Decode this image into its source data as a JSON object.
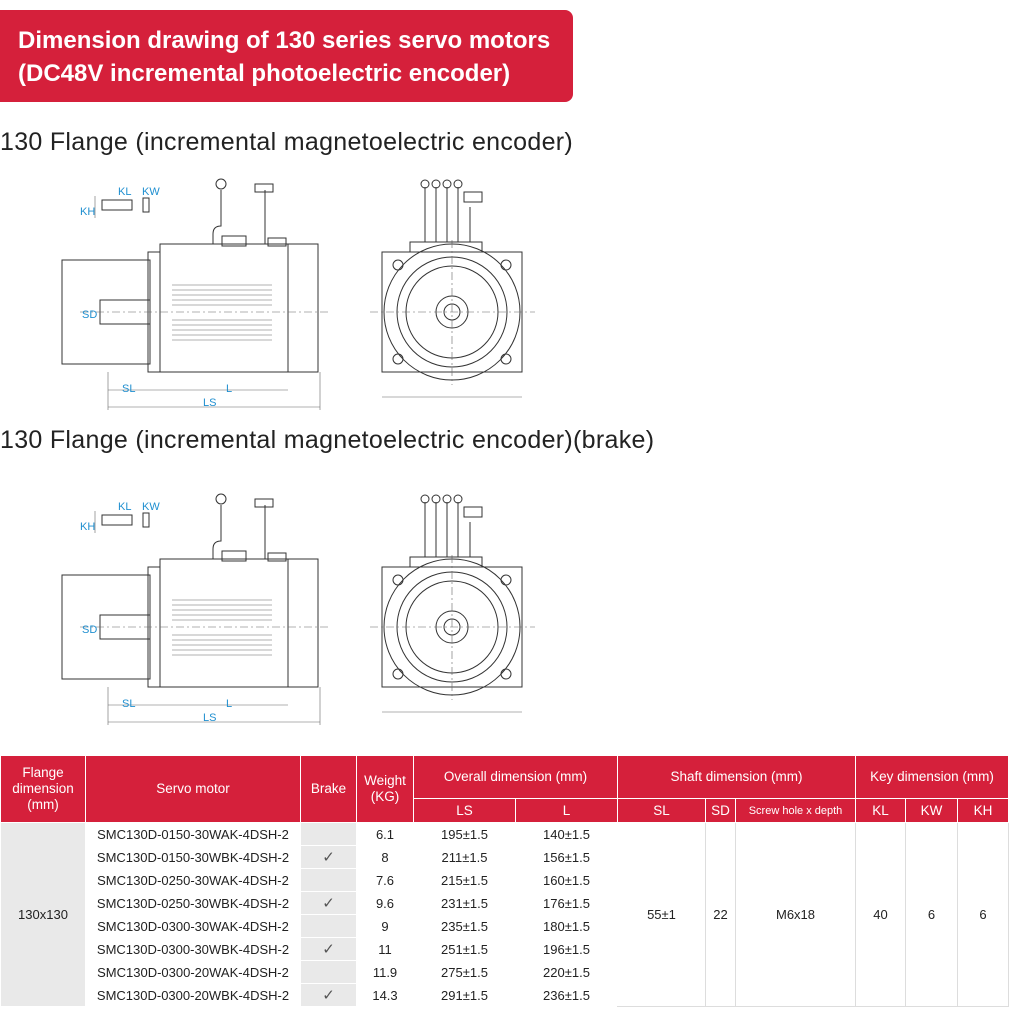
{
  "banner": {
    "line1": "Dimension drawing of 130 series servo motors",
    "line2": "(DC48V incremental photoelectric encoder)"
  },
  "section1": {
    "title": "130 Flange (incremental magnetoelectric encoder)"
  },
  "section2": {
    "title": "130 Flange (incremental magnetoelectric encoder)(brake)"
  },
  "drawing_labels": {
    "kl": "KL",
    "kw": "KW",
    "kh": "KH",
    "sd": "SD",
    "sl": "SL",
    "l": "L",
    "ls": "LS"
  },
  "accent_color": "#d5203b",
  "table": {
    "headers": {
      "flange": "Flange dimension (mm)",
      "motor": "Servo motor",
      "brake": "Brake",
      "weight": "Weight (KG)",
      "overall": "Overall dimension (mm)",
      "shaft": "Shaft dimension (mm)",
      "key": "Key dimension (mm)",
      "ls": "LS",
      "l": "L",
      "sl": "SL",
      "sd": "SD",
      "screw": "Screw hole x depth",
      "kl": "KL",
      "kw": "KW",
      "kh": "KH"
    },
    "flange": "130x130",
    "sl": "55±1",
    "sd": "22",
    "screw": "M6x18",
    "kl": "40",
    "kw": "6",
    "kh": "6",
    "rows": [
      {
        "model": "SMC130D-0150-30WAK-4DSH-2",
        "brake": "",
        "weight": "6.1",
        "ls": "195±1.5",
        "l": "140±1.5"
      },
      {
        "model": "SMC130D-0150-30WBK-4DSH-2",
        "brake": "✓",
        "weight": "8",
        "ls": "211±1.5",
        "l": "156±1.5"
      },
      {
        "model": "SMC130D-0250-30WAK-4DSH-2",
        "brake": "",
        "weight": "7.6",
        "ls": "215±1.5",
        "l": "160±1.5"
      },
      {
        "model": "SMC130D-0250-30WBK-4DSH-2",
        "brake": "✓",
        "weight": "9.6",
        "ls": "231±1.5",
        "l": "176±1.5"
      },
      {
        "model": "SMC130D-0300-30WAK-4DSH-2",
        "brake": "",
        "weight": "9",
        "ls": "235±1.5",
        "l": "180±1.5"
      },
      {
        "model": "SMC130D-0300-30WBK-4DSH-2",
        "brake": "✓",
        "weight": "11",
        "ls": "251±1.5",
        "l": "196±1.5"
      },
      {
        "model": "SMC130D-0300-20WAK-4DSH-2",
        "brake": "",
        "weight": "11.9",
        "ls": "275±1.5",
        "l": "220±1.5"
      },
      {
        "model": "SMC130D-0300-20WBK-4DSH-2",
        "brake": "✓",
        "weight": "14.3",
        "ls": "291±1.5",
        "l": "236±1.5"
      }
    ]
  }
}
